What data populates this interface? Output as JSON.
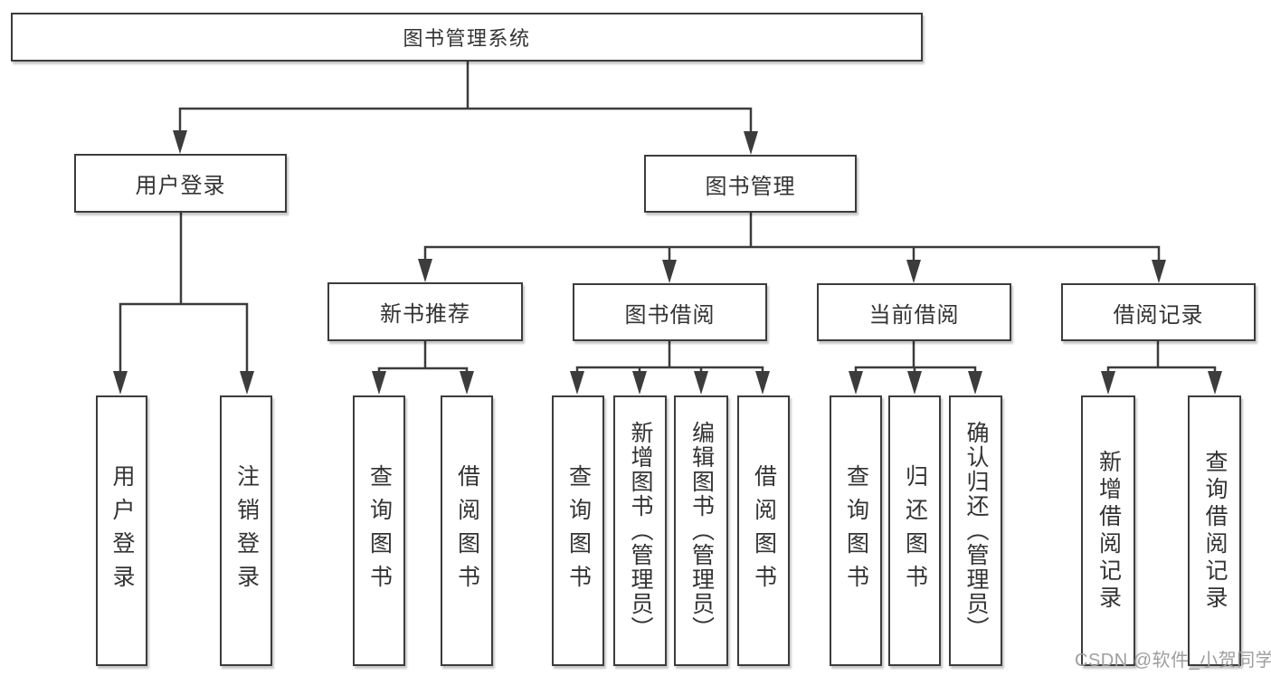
{
  "tree": {
    "root": "图书管理系统",
    "children": [
      {
        "label": "用户登录",
        "children": [
          "用户登录",
          "注销登录"
        ]
      },
      {
        "label": "图书管理",
        "children": [
          {
            "label": "新书推荐",
            "children": [
              "查询图书",
              "借阅图书"
            ]
          },
          {
            "label": "图书借阅",
            "children": [
              "查询图书",
              "新增图书（管理员）",
              "编辑图书（管理员）",
              "借阅图书"
            ]
          },
          {
            "label": "当前借阅",
            "children": [
              "查询图书",
              "归还图书",
              "确认归还（管理员）"
            ]
          },
          {
            "label": "借阅记录",
            "children": [
              "新增借阅记录",
              "查询借阅记录"
            ]
          }
        ]
      }
    ]
  },
  "watermark": "CSDN @软件_小贺同学",
  "colors": {
    "line": "#3c3c3c",
    "box_border": "#3c3c3c",
    "box_fill": "#ffffff",
    "text": "#333333",
    "watermark": "#9e9e9e"
  }
}
